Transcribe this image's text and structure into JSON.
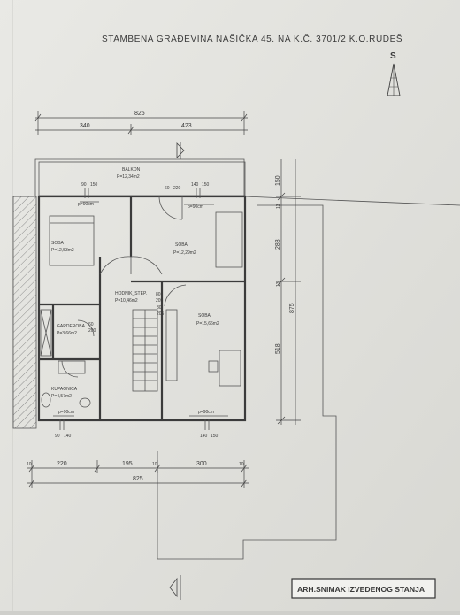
{
  "header": {
    "title": "STAMBENA  GRAĐEVINA  NAŠIČKA 45. NA K.Č. 3701/2  K.O.RUDEŠ",
    "north_letter": "S"
  },
  "rooms": {
    "balkon": {
      "name": "BALKON",
      "area": "P=12,34m2"
    },
    "soba1": {
      "name": "SOBA",
      "area": "P=12,53m2"
    },
    "soba2": {
      "name": "SOBA",
      "area": "P=12,29m2"
    },
    "soba3": {
      "name": "SOBA",
      "area": "P=15,66m2"
    },
    "hodnik": {
      "name": "HODNIK_STEP.",
      "area": "P=10,46m2"
    },
    "garderoba": {
      "name": "GARDEROBA",
      "area": "P=3,66m2"
    },
    "kupaonica": {
      "name": "KUPAONICA",
      "area": "P=4,57m2"
    }
  },
  "openings": {
    "p90_top": "p=90cm",
    "p90_soba2": "p=90cm",
    "p90_soba3": "p=90cm",
    "p90_bath": "p=90cm",
    "d1_w": "60",
    "d1_h": "220",
    "d2_w": "80",
    "d2_h": "205",
    "d3_w": "80",
    "d3_h": "205",
    "d4_w": "60",
    "d4_h": "200",
    "w_top1_w": "90",
    "w_top1_h": "150",
    "w_top2_w": "140",
    "w_top2_h": "150",
    "w_bot1_w": "90",
    "w_bot1_h": "140",
    "w_bot2_w": "140",
    "w_bot2_h": "150"
  },
  "dimensions": {
    "top_total": "825",
    "top_left": "340",
    "top_right": "423",
    "bottom_total": "825",
    "bottom_a": "220",
    "bottom_b": "195",
    "bottom_c": "300",
    "bottom_w1": "10",
    "bottom_w2": "10",
    "bottom_w3": "10",
    "right_a": "150",
    "right_b": "288",
    "right_c": "518",
    "right_total": "875",
    "right_w1": "13",
    "right_w2": "13"
  },
  "stamp": {
    "label": "ARH.SNIMAK IZVEDENOG STANJA"
  }
}
